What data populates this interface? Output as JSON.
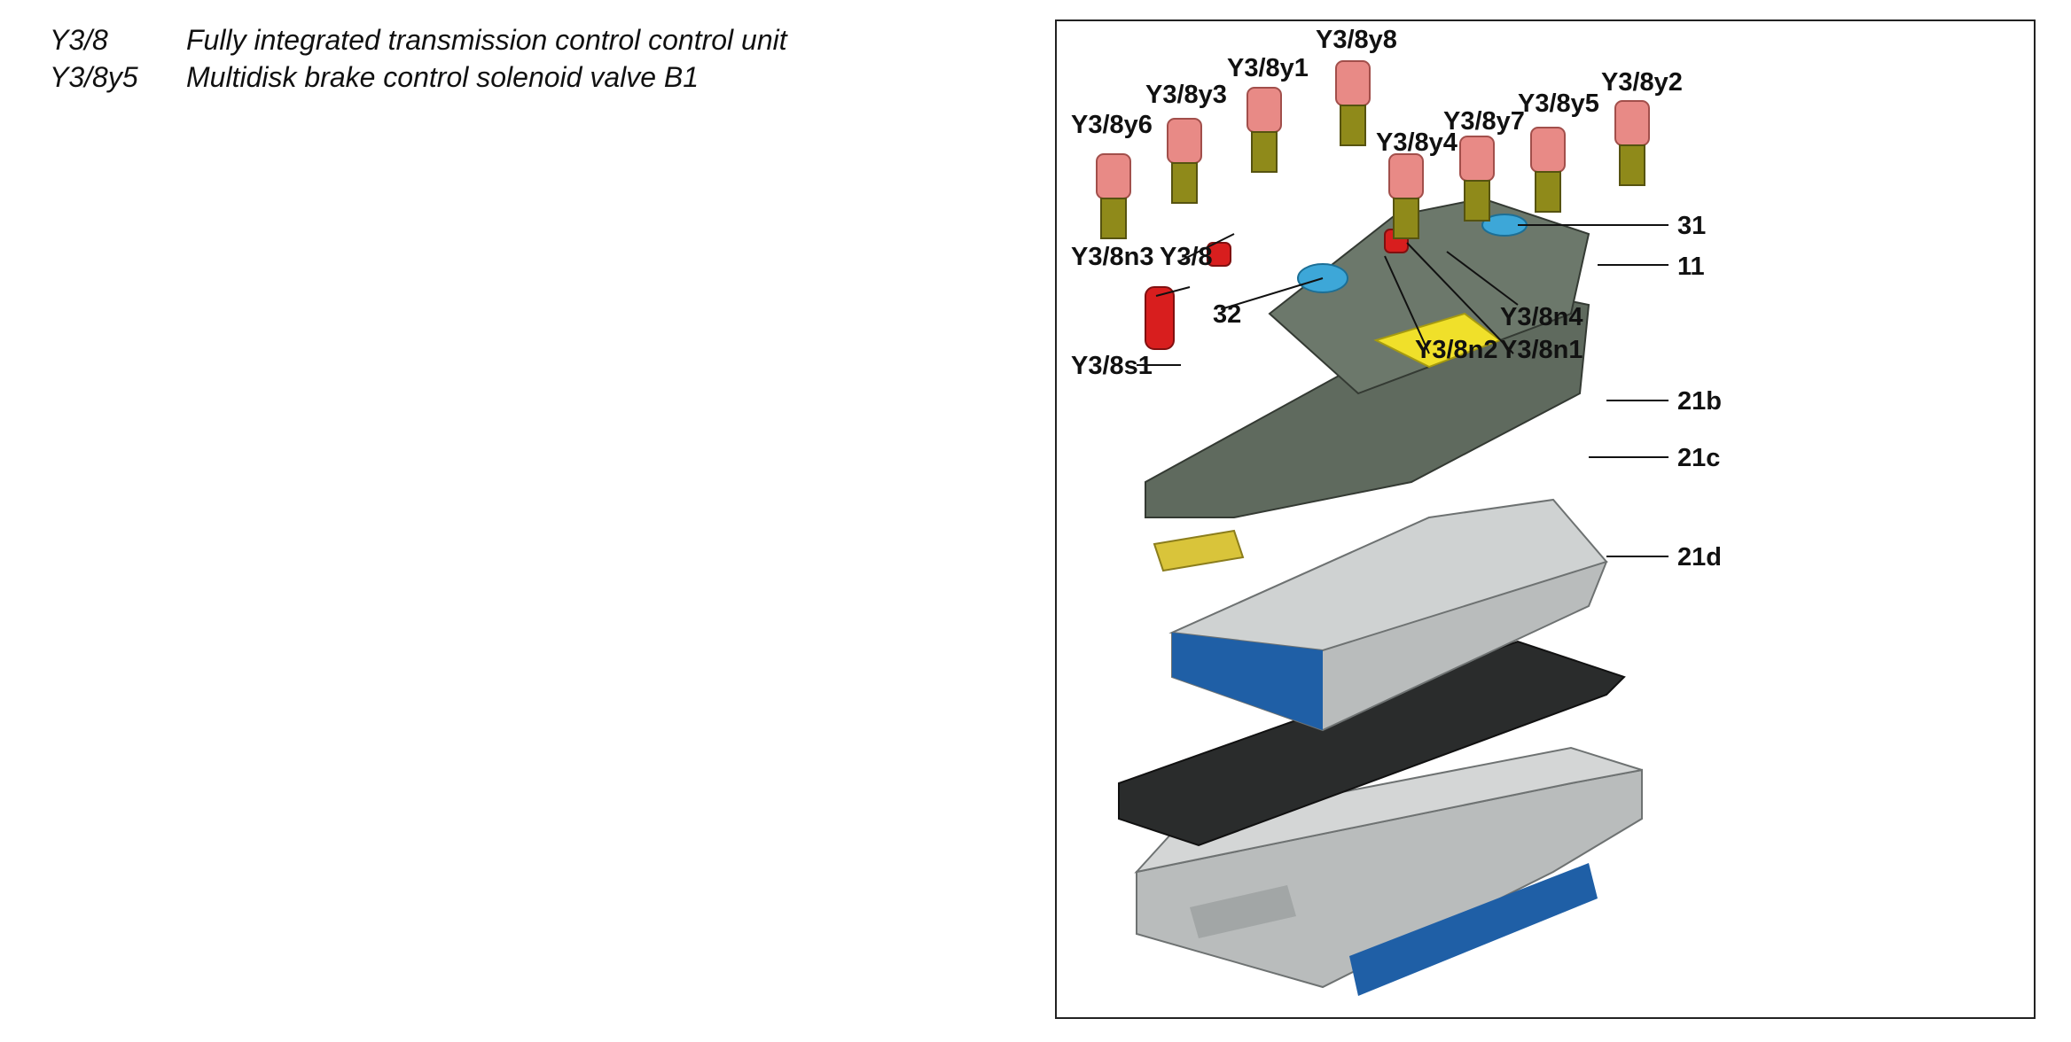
{
  "legend": [
    {
      "code": "Y3/8",
      "description": "Fully integrated transmission control control unit"
    },
    {
      "code": "Y3/8y5",
      "description": "Multidisk brake control solenoid valve B1"
    }
  ],
  "figure": {
    "labels": {
      "y3_8y8": "Y3/8y8",
      "y3_8y1": "Y3/8y1",
      "y3_8y3": "Y3/8y3",
      "y3_8y2": "Y3/8y2",
      "y3_8y5": "Y3/8y5",
      "y3_8y7": "Y3/8y7",
      "y3_8y6": "Y3/8y6",
      "y3_8y4": "Y3/8y4",
      "l31": "31",
      "y3_8n3": "Y3/8n3",
      "y3_8": "Y3/8",
      "l11": "11",
      "l32": "32",
      "y3_8n4": "Y3/8n4",
      "y3_8n2": "Y3/8n2",
      "y3_8n1": "Y3/8n1",
      "y3_8s1": "Y3/8s1",
      "l21b": "21b",
      "l21c": "21c",
      "l21d": "21d"
    },
    "colors": {
      "housing": "#5f6a5e",
      "solenoid_cap": "#e88a86",
      "solenoid_body": "#8f8a1a",
      "sensor_red": "#d81e1e",
      "blue_part": "#3da7d8",
      "yellow_part": "#f0e02a",
      "valve_body": "#b9bcbc",
      "blue_plate": "#1f5fa6",
      "gasket": "#2a2c2c"
    }
  }
}
